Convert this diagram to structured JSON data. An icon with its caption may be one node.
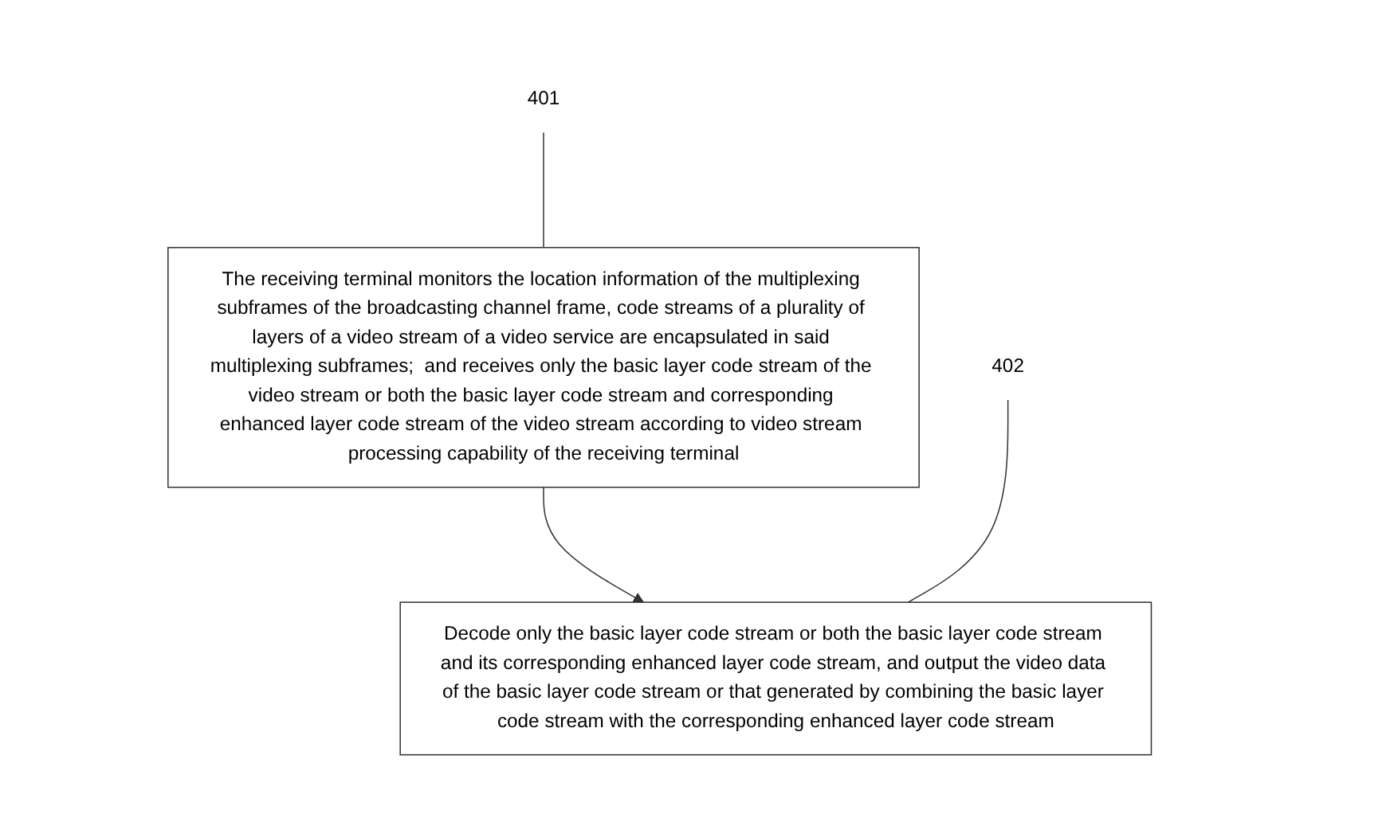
{
  "diagram": {
    "nodes": [
      {
        "text": [
          "The receiving terminal monitors the location information of the multiplexing subframes of the broadcasting channel frame, code streams of a plurality of layers of a video stream of a video service are encapsulated in said multiplexing subframes;  and receives only the basic layer code stream of the video stream or both the basic layer code stream and corresponding enhanced layer code stream of the video stream according to video stream processing capability of the receiving terminal"
        ]
      },
      {
        "text": [
          "Decode only the basic layer code stream or both the basic layer code stream and its corresponding enhanced layer code stream, and output the video data of the basic layer code stream or that generated by combining the basic layer code stream with the corresponding enhanced layer code stream"
        ]
      },
      {
        "text": [
          "401"
        ]
      },
      {
        "text": [
          "402"
        ]
      }
    ],
    "edges": [
      {
        "from": 0,
        "to": 1,
        "arrow": "to"
      },
      {
        "from": 2,
        "to": 0,
        "arrow": "none"
      },
      {
        "from": 3,
        "to": 1,
        "arrow": "none"
      }
    ]
  }
}
